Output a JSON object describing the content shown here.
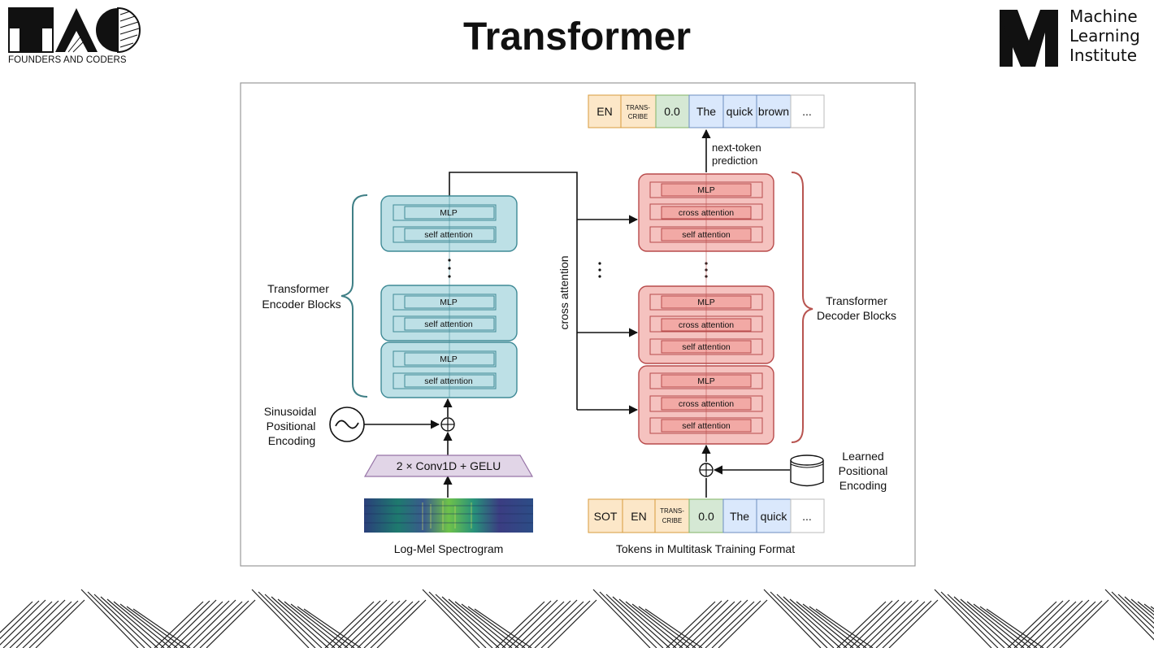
{
  "header": {
    "title": "Transformer",
    "left_logo_text": "FOUNDERS AND CODERS",
    "right_logo_lines": [
      "Machine",
      "Learning",
      "Institute"
    ]
  },
  "diagram": {
    "output_tokens": [
      "EN",
      "TRANS-\nCRIBE",
      "0.0",
      "The",
      "quick",
      "brown",
      "..."
    ],
    "input_tokens": [
      "SOT",
      "EN",
      "TRANS-\nCRIBE",
      "0.0",
      "The",
      "quick",
      "..."
    ],
    "next_token_label": [
      "next-token",
      "prediction"
    ],
    "encoder_label": [
      "Transformer",
      "Encoder Blocks"
    ],
    "decoder_label": [
      "Transformer",
      "Decoder Blocks"
    ],
    "cross_attention_label": "cross attention",
    "sinusoidal_label": [
      "Sinusoidal",
      "Positional",
      "Encoding"
    ],
    "learned_label": [
      "Learned",
      "Positional",
      "Encoding"
    ],
    "conv_label": "2 × Conv1D + GELU",
    "spectrogram_label": "Log-Mel Spectrogram",
    "tokens_caption": "Tokens in Multitask Training Format",
    "mlp_label": "MLP",
    "self_attention_label": "self attention",
    "cross_attention_sublayer": "cross attention"
  },
  "colors": {
    "encoder_fill": "#bde0e6",
    "encoder_stroke": "#3f8a96",
    "decoder_fill": "#f5c2bf",
    "decoder_stroke": "#b84b4b",
    "token_orange": "#fce7c8",
    "token_green": "#d5e8d4",
    "token_blue": "#dae8fc",
    "conv_fill": "#e1d5e7",
    "encoder_brace": "#3f7f86",
    "decoder_brace": "#b85450"
  }
}
